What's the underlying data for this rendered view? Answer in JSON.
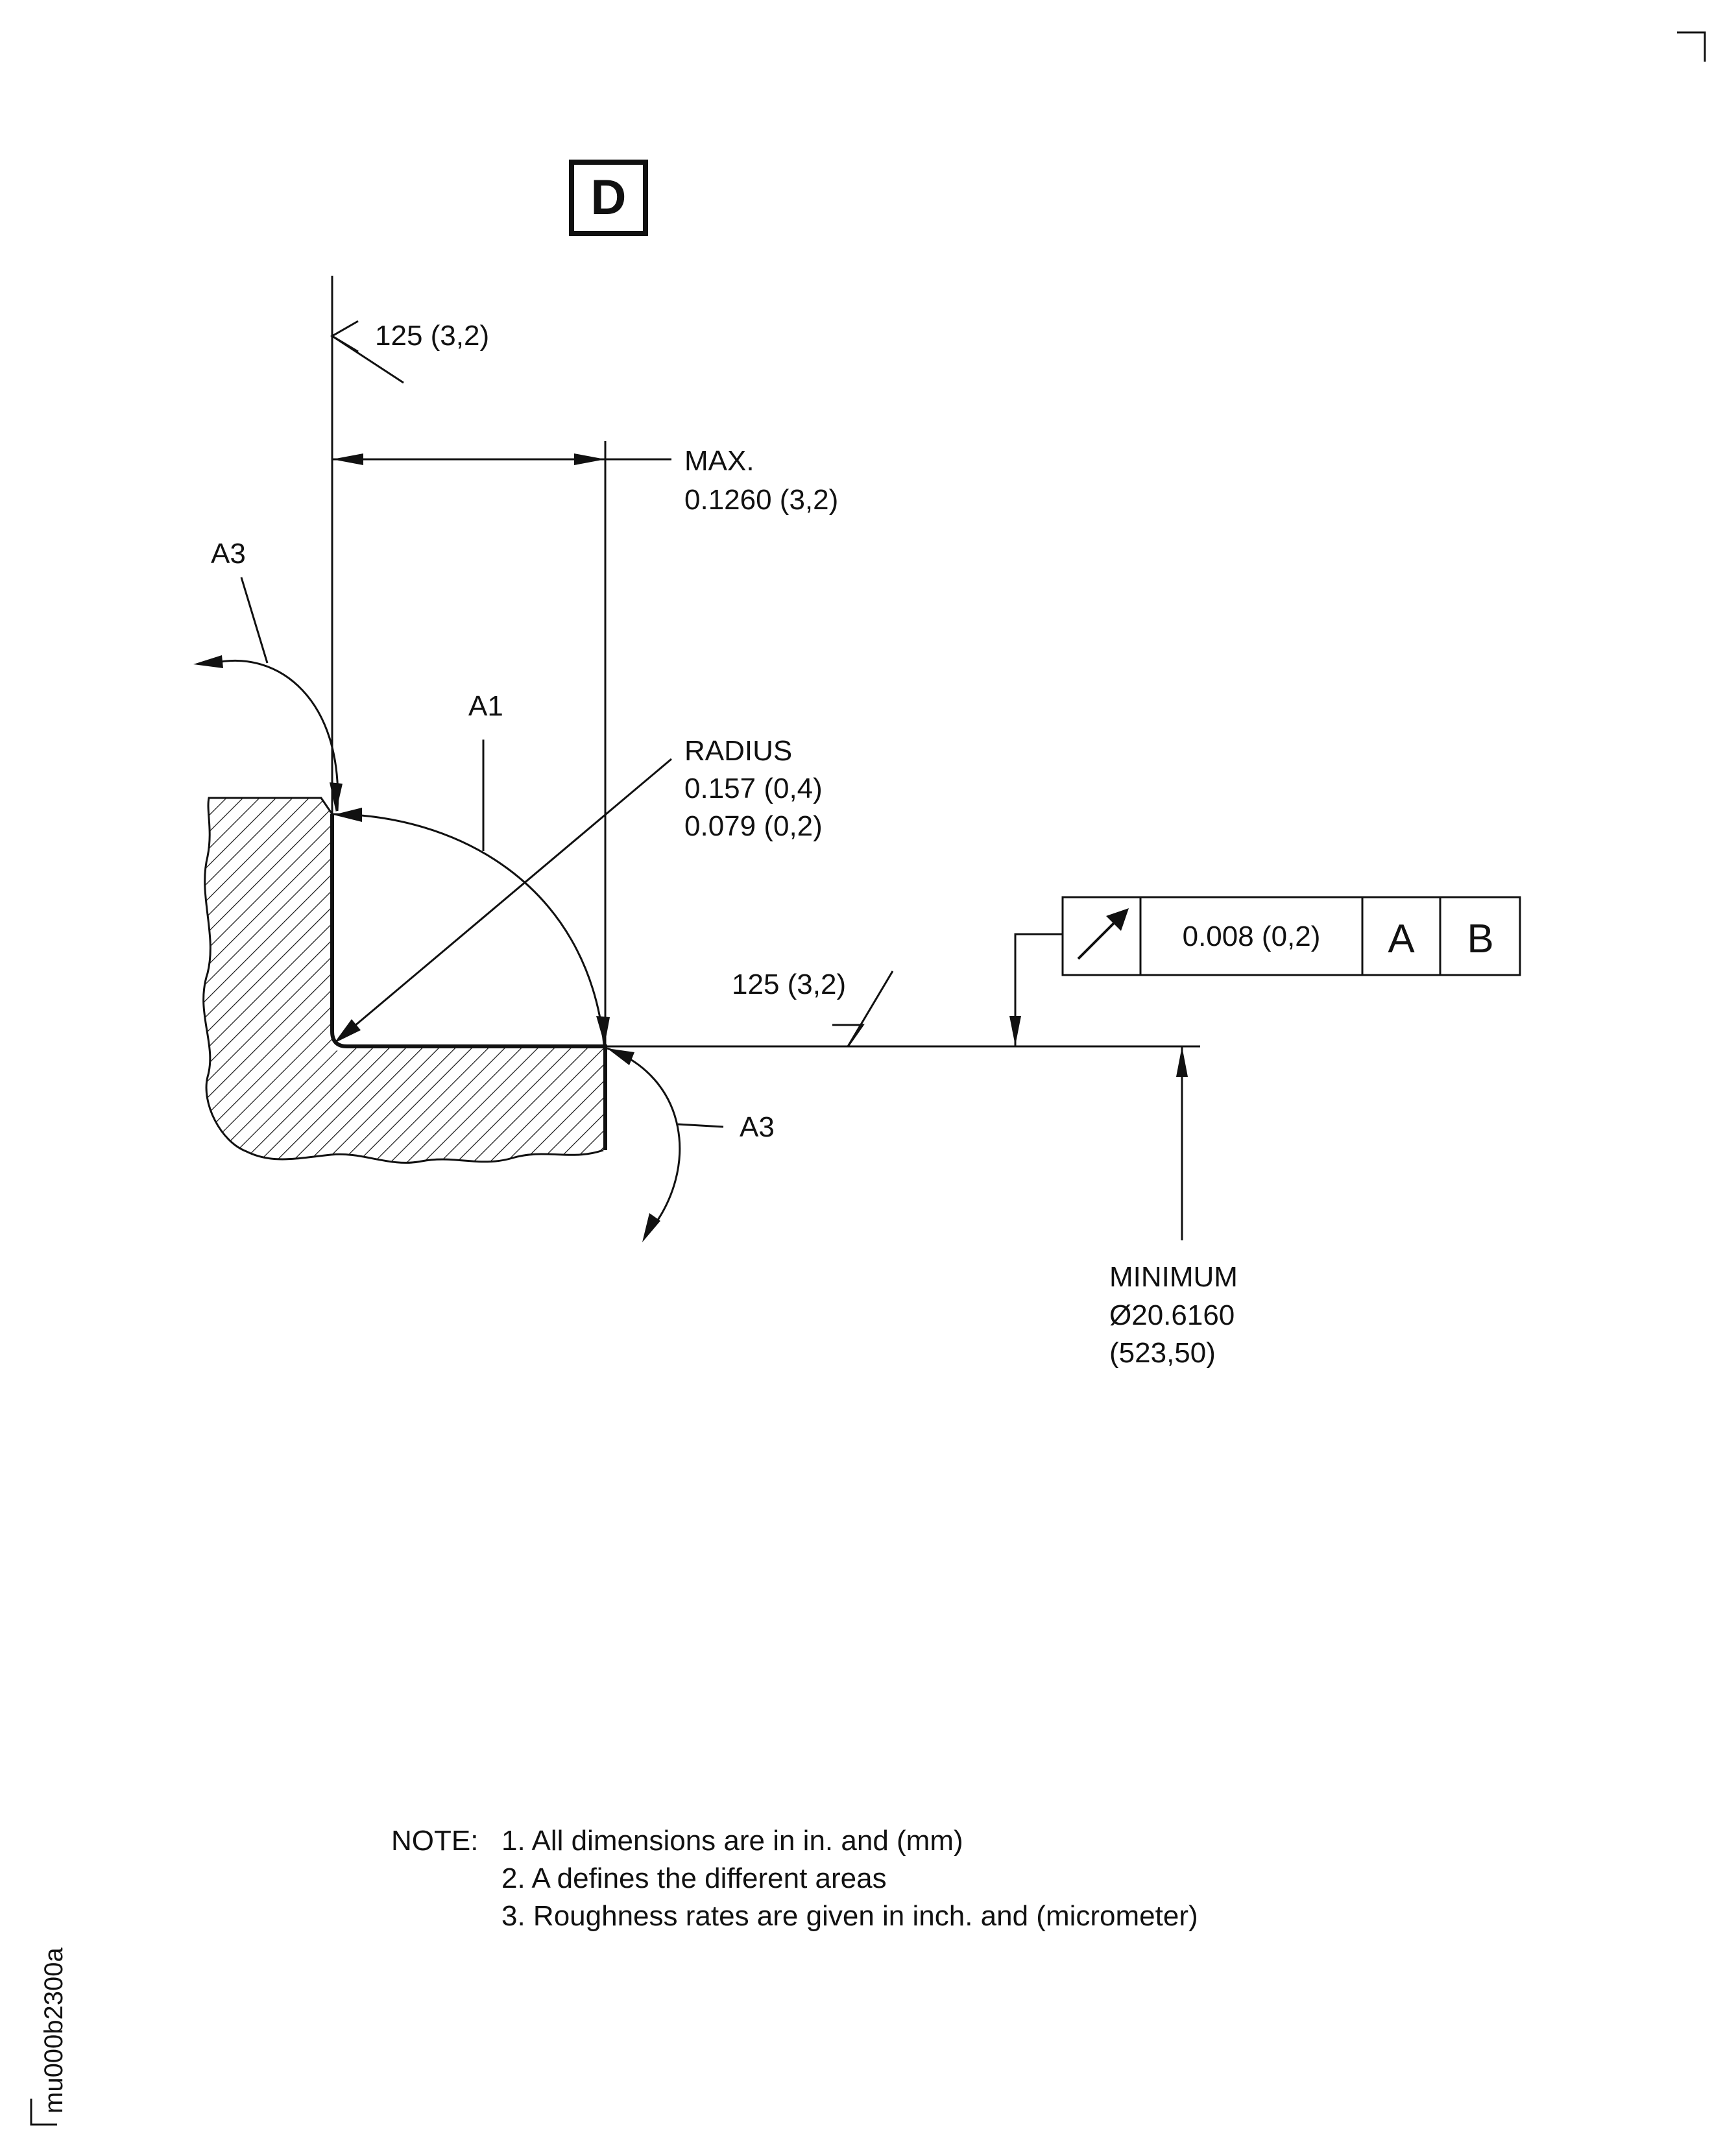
{
  "view_label": "D",
  "roughness_vertical": "125 (3,2)",
  "width_dim": {
    "line1": "MAX.",
    "line2": "0.1260 (3,2)"
  },
  "area_labels": {
    "a3_top": "A3",
    "a1": "A1",
    "a3_bottom": "A3"
  },
  "radius_dim": {
    "line1": "RADIUS",
    "line2": "0.157 (0,4)",
    "line3": "0.079 (0,2)"
  },
  "roughness_horizontal": "125 (3,2)",
  "control_frame": {
    "tolerance": "0.008 (0,2)",
    "datum1": "A",
    "datum2": "B"
  },
  "diameter_dim": {
    "line1": "MINIMUM",
    "line2": "Ø20.6160",
    "line3": "(523,50)"
  },
  "notes": {
    "prefix": "NOTE:",
    "items": [
      "1. All dimensions are in in. and (mm)",
      "2. A defines the different areas",
      "3. Roughness rates are given in inch. and (micrometer)"
    ]
  },
  "figure_id": "mu000b2300a"
}
